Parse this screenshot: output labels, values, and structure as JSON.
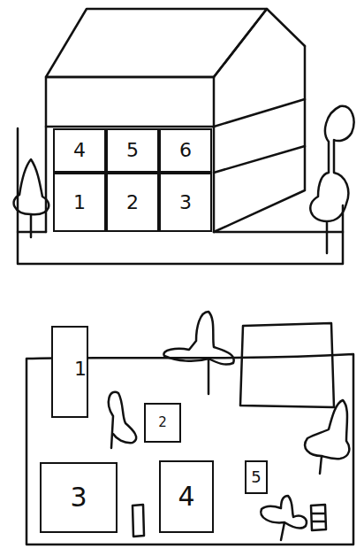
{
  "diagram": {
    "nodes": [
      {
        "text": [
          "4"
        ]
      },
      {
        "text": [
          "5"
        ]
      },
      {
        "text": [
          "6"
        ]
      },
      {
        "text": [
          "1"
        ]
      },
      {
        "text": [
          "2"
        ]
      },
      {
        "text": [
          "3"
        ]
      },
      {
        "text": [
          "1"
        ]
      },
      {
        "text": [
          "2"
        ]
      },
      {
        "text": [
          "3"
        ]
      },
      {
        "text": [
          "4"
        ]
      },
      {
        "text": [
          "5"
        ]
      }
    ],
    "edges": []
  }
}
